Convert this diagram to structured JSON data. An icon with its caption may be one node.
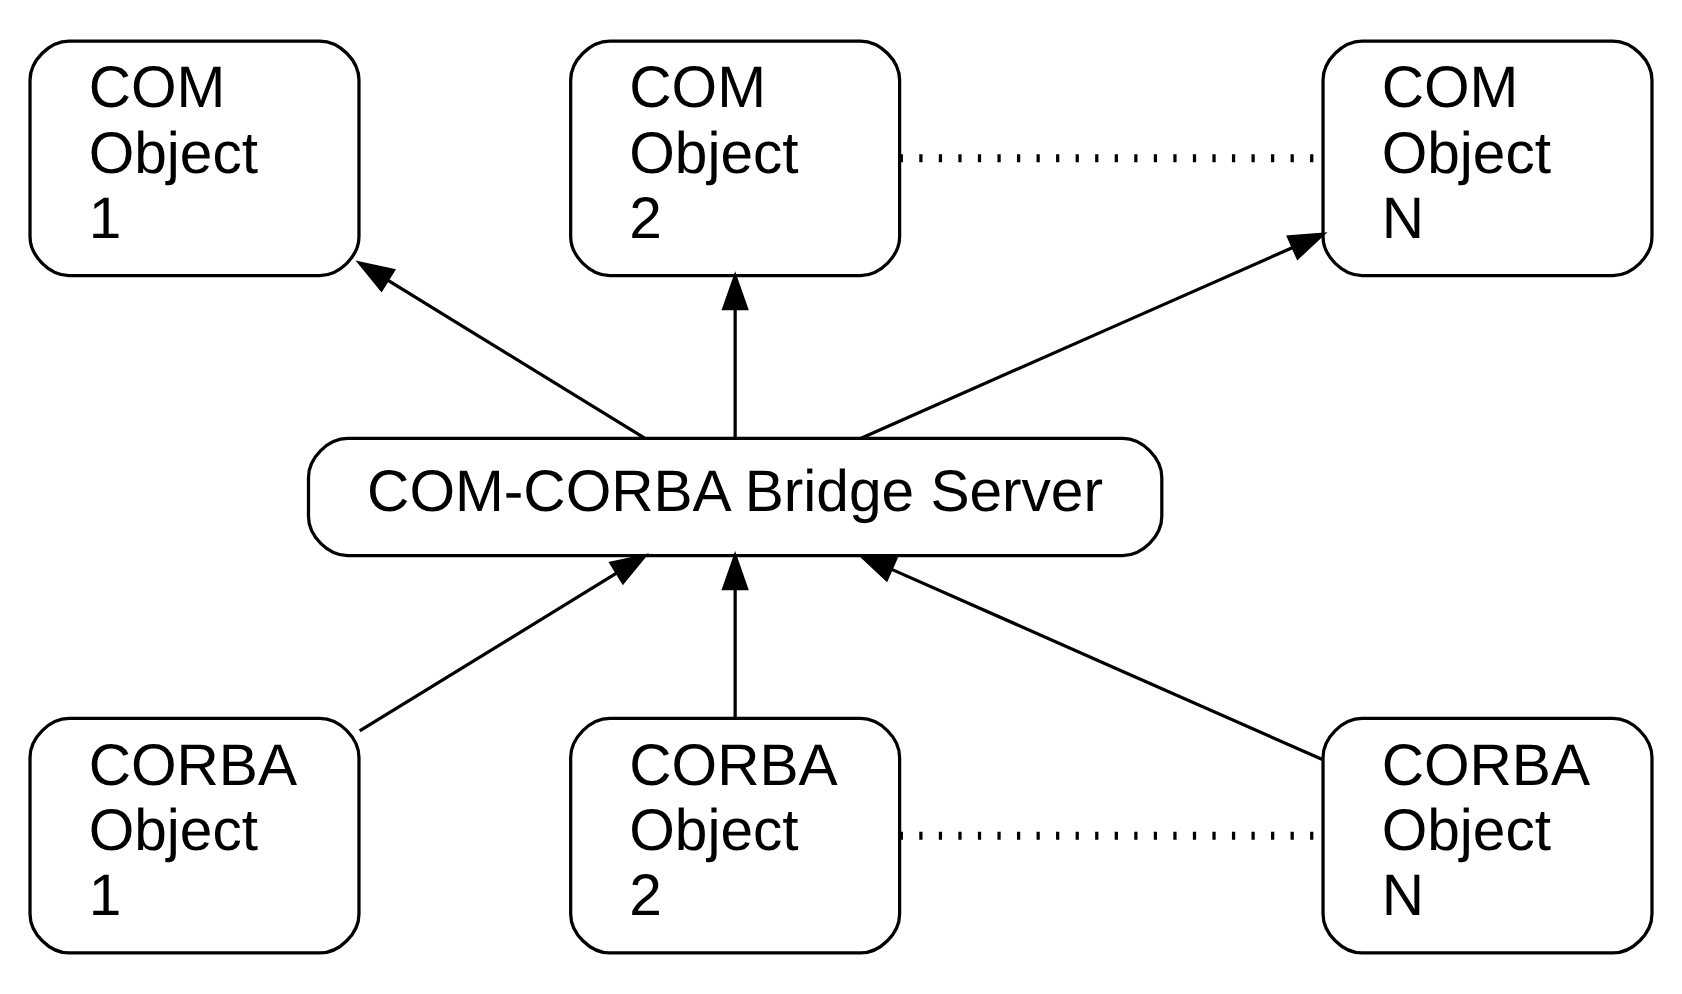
{
  "diagram": {
    "nodes": [
      {
        "text": [
          "COM Object 1"
        ]
      },
      {
        "text": [
          "COM Object 2"
        ]
      },
      {
        "text": [
          "COM Object N"
        ]
      },
      {
        "text": [
          "COM-CORBA Bridge Server"
        ]
      },
      {
        "text": [
          "CORBA Object 1"
        ]
      },
      {
        "text": [
          "CORBA Object 2"
        ]
      },
      {
        "text": [
          "CORBA Object N"
        ]
      }
    ],
    "edges": [
      {
        "from": 3,
        "to": 0,
        "arrow": "to"
      },
      {
        "from": 3,
        "to": 1,
        "arrow": "to"
      },
      {
        "from": 3,
        "to": 2,
        "arrow": "to"
      },
      {
        "from": 1,
        "to": 2,
        "arrow": "none",
        "style": "dashed"
      },
      {
        "from": 4,
        "to": 3,
        "arrow": "to"
      },
      {
        "from": 5,
        "to": 3,
        "arrow": "to"
      },
      {
        "from": 6,
        "to": 3,
        "arrow": "to"
      },
      {
        "from": 5,
        "to": 6,
        "arrow": "none",
        "style": "dashed"
      }
    ]
  }
}
